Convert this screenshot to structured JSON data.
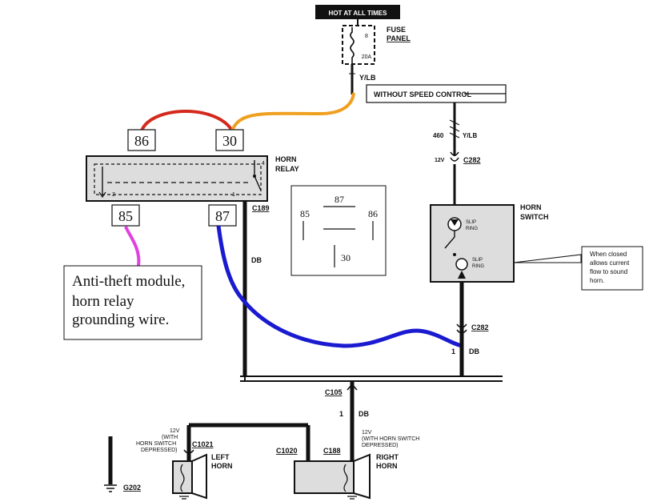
{
  "header": {
    "hot_label": "HOT AT ALL TIMES"
  },
  "fuse": {
    "label_line1": "FUSE",
    "label_line2": "PANEL",
    "number": "8",
    "rating": "20A"
  },
  "wires": {
    "y_lb": "Y/LB",
    "wire_460": "460",
    "y_lb_2": "Y/LB",
    "db_relay": "DB",
    "db_switch_num": "1",
    "db_switch": "DB",
    "db_c105_num": "1",
    "db_c105": "DB"
  },
  "notes": {
    "without_speed_control": "WITHOUT SPEED CONTROL",
    "closed_line1": "When  closed",
    "closed_line2": "allows current",
    "closed_line3": "flow to sound",
    "closed_line4": "horn.",
    "anti_theft_line1": "Anti-theft module,",
    "anti_theft_line2": "horn relay",
    "anti_theft_line3": "grounding wire."
  },
  "relay": {
    "label_line1": "HORN",
    "label_line2": "RELAY",
    "pin_86": "86",
    "pin_30": "30",
    "pin_85": "85",
    "pin_87": "87",
    "inner_4": "4",
    "inner_2": "2",
    "inner_1": "1",
    "connector": "C189"
  },
  "pinout": {
    "p87": "87",
    "p85": "85",
    "p86": "86",
    "p30": "30"
  },
  "horn_switch": {
    "label_line1": "HORN",
    "label_line2": "SWITCH",
    "slip_ring1_a": "SLIP",
    "slip_ring1_b": "RING",
    "slip_ring2_a": "SLIP",
    "slip_ring2_b": "RING",
    "voltage": "12V",
    "connector_top": "C282",
    "connector_bottom": "C282"
  },
  "connectors": {
    "c105": "C105",
    "c1021": "C1021",
    "c1020": "C1020",
    "c188": "C188",
    "g202": "G202"
  },
  "left_note": {
    "l1": "12V",
    "l2": "(WITH",
    "l3": "HORN SWITCH",
    "l4": "DEPRESSED)"
  },
  "right_note": {
    "l1": "12V",
    "l2": "(WITH HORN SWITCH",
    "l3": "DEPRESSED)"
  },
  "horns": {
    "left_line1": "LEFT",
    "left_line2": "HORN",
    "right_line1": "RIGHT",
    "right_line2": "HORN"
  },
  "colors": {
    "red": "#d42a1e",
    "orange": "#f0a020",
    "blue": "#1a1ad0",
    "magenta": "#e040e0",
    "black": "#111111"
  }
}
